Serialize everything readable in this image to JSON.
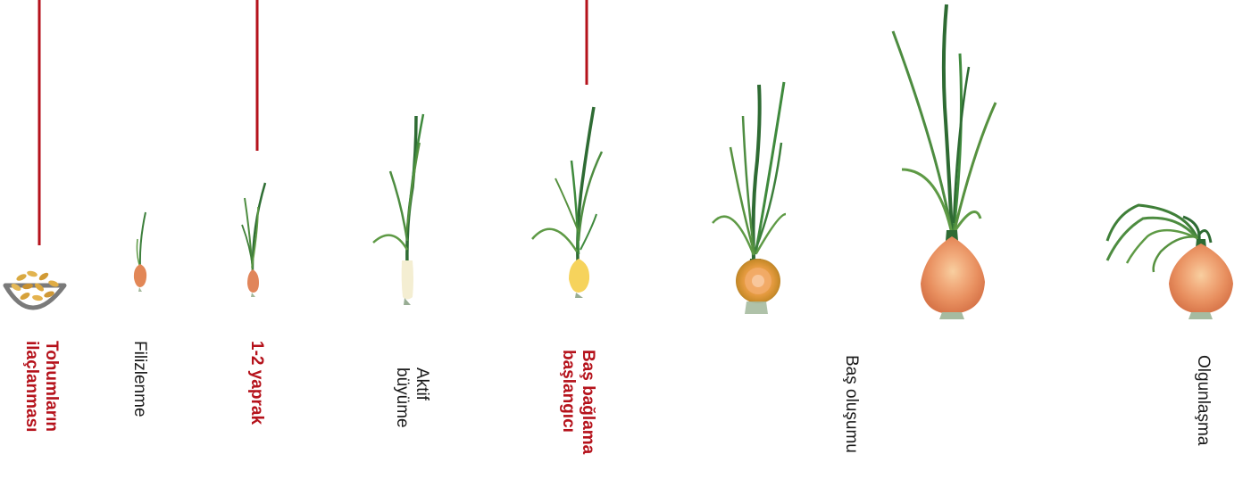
{
  "colors": {
    "accent": "#b5121b",
    "text": "#1a1a1a",
    "leaf_dark": "#2d6a30",
    "leaf_light": "#5e9a45",
    "bulb_orange": "#e79160",
    "bulb_yellow": "#f5cf55",
    "seed": "#d9a941",
    "bowl": "#7a7a7a"
  },
  "stages": [
    {
      "id": "seed-treatment",
      "lines": [
        "Tohumların",
        "ilaçlanması"
      ],
      "highlight": true,
      "icon": "seed-bowl-icon"
    },
    {
      "id": "germination",
      "lines": [
        "Filizlenme"
      ],
      "highlight": false,
      "icon": "sprout-icon"
    },
    {
      "id": "leaf-1-2",
      "lines": [
        "1-2 yaprak"
      ],
      "highlight": true,
      "icon": "seedling-icon"
    },
    {
      "id": "active-growth",
      "lines": [
        "Aktif",
        "büyüme"
      ],
      "highlight": false,
      "icon": "young-onion-icon"
    },
    {
      "id": "bulb-initiation",
      "lines": [
        "Baş bağlama",
        "başlangıcı"
      ],
      "highlight": true,
      "icon": "bulb-start-icon"
    },
    {
      "id": "bulb-formation",
      "lines": [
        "Baş oluşumu"
      ],
      "highlight": false,
      "icon": "bulb-forming-onion-icon"
    },
    {
      "id": "bulb-enlarged",
      "lines": [],
      "highlight": false,
      "icon": "large-onion-icon"
    },
    {
      "id": "maturation",
      "lines": [
        "Olgunlaşma"
      ],
      "highlight": false,
      "icon": "mature-onion-icon"
    }
  ]
}
